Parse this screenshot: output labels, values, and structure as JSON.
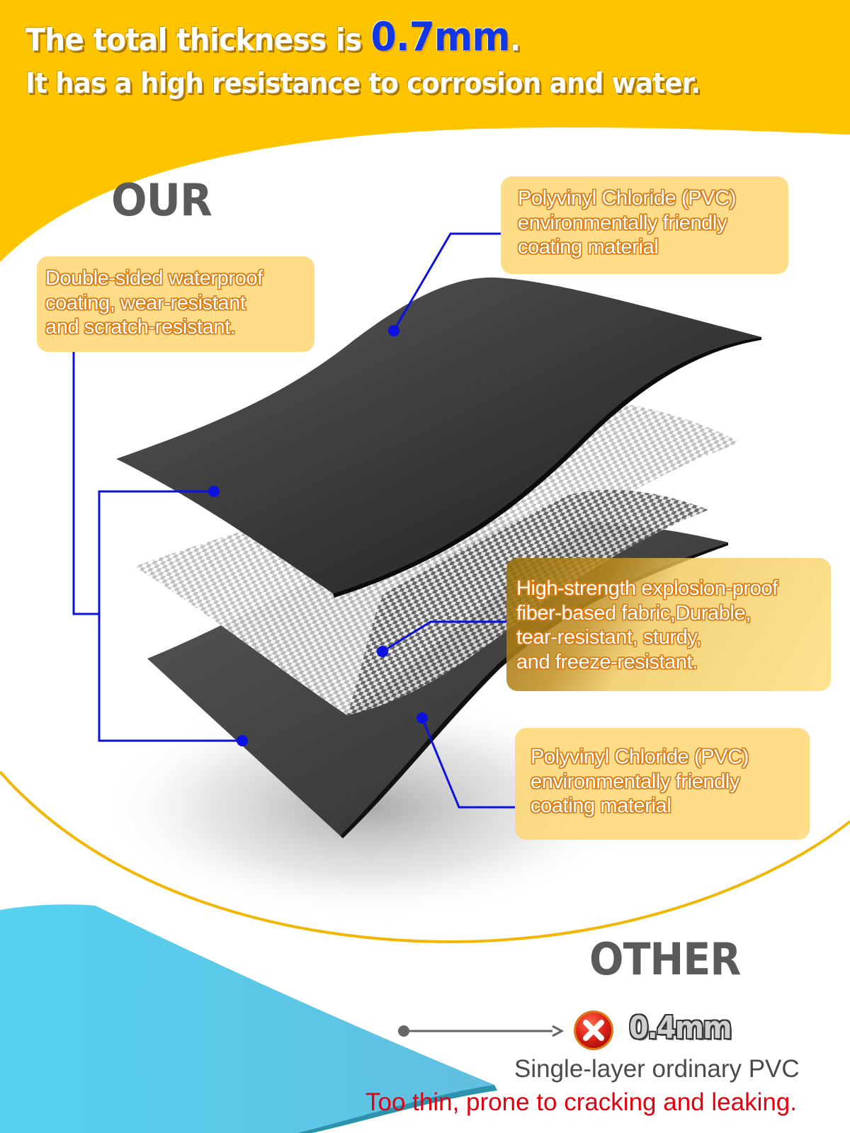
{
  "header": {
    "title_prefix": "The total thickness is ",
    "title_value": "0.7mm",
    "title_suffix": ".",
    "subtitle": "It has a high resistance to corrosion and water."
  },
  "colors": {
    "banner_yellow": "#ffc400",
    "accent_blue": "#1238e6",
    "leader_blue": "#0b12e0",
    "callout_fill": "#ffd66e",
    "callout_text_outline": "#d97b12",
    "label_gray": "#5a5a5a",
    "other_sheet_blue": "#55cfee",
    "warning_red": "#e6000f",
    "swoosh_line": "#f2b705"
  },
  "ours": {
    "label": "OUR",
    "callouts": {
      "top_pvc": {
        "lines": [
          "Polyvinyl Chloride (PVC)",
          "environmentally friendly",
          "coating material"
        ]
      },
      "waterproof": {
        "lines": [
          "Double-sided waterproof",
          "coating, wear-resistant",
          "and scratch-resistant."
        ]
      },
      "fabric": {
        "lines": [
          "High-strength explosion-proof",
          "fiber-based fabric,Durable,",
          "tear-resistant, sturdy,",
          "and freeze-resistant."
        ]
      },
      "bottom_pvc": {
        "lines": [
          "Polyvinyl Chloride (PVC)",
          "environmentally friendly",
          "coating material"
        ]
      }
    }
  },
  "other": {
    "label": "OTHER",
    "thickness": "0.4mm",
    "status_icon": "x-circle-icon",
    "description": "Single-layer ordinary PVC",
    "warning": "Too thin, prone to cracking and leaking."
  }
}
